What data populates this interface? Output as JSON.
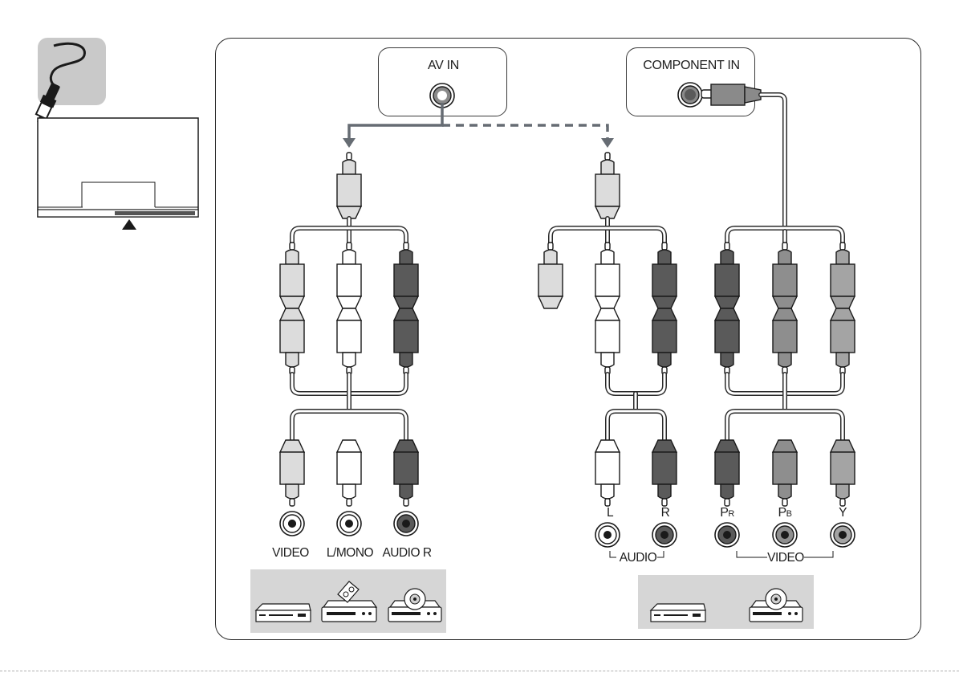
{
  "ports": {
    "av_in": "AV IN",
    "component_in": "COMPONENT IN"
  },
  "jacks": {
    "av": [
      "VIDEO",
      "L/MONO",
      "AUDIO R"
    ],
    "audio": [
      "L",
      "R"
    ],
    "component_video": [
      "PR",
      "PB",
      "Y"
    ]
  },
  "groups": {
    "audio": "AUDIO",
    "video": "VIDEO"
  },
  "colors": {
    "plug_light": "#dcdcdc",
    "plug_white": "#ffffff",
    "plug_dark": "#5a5a5a",
    "plug_mid": "#8e8e8e",
    "plug_gray": "#a4a4a4",
    "cable": "#666c73",
    "device_bg": "#d6d6d6",
    "icon_tile": "#c9c9c9"
  },
  "icons": {
    "cable": "rca-cable-icon",
    "tv": "tv-rear-icon",
    "av_devices": [
      "vcr-icon",
      "cable-box-icon",
      "dvd-player-icon"
    ],
    "component_devices": [
      "vcr-icon",
      "dvd-player-icon"
    ]
  }
}
